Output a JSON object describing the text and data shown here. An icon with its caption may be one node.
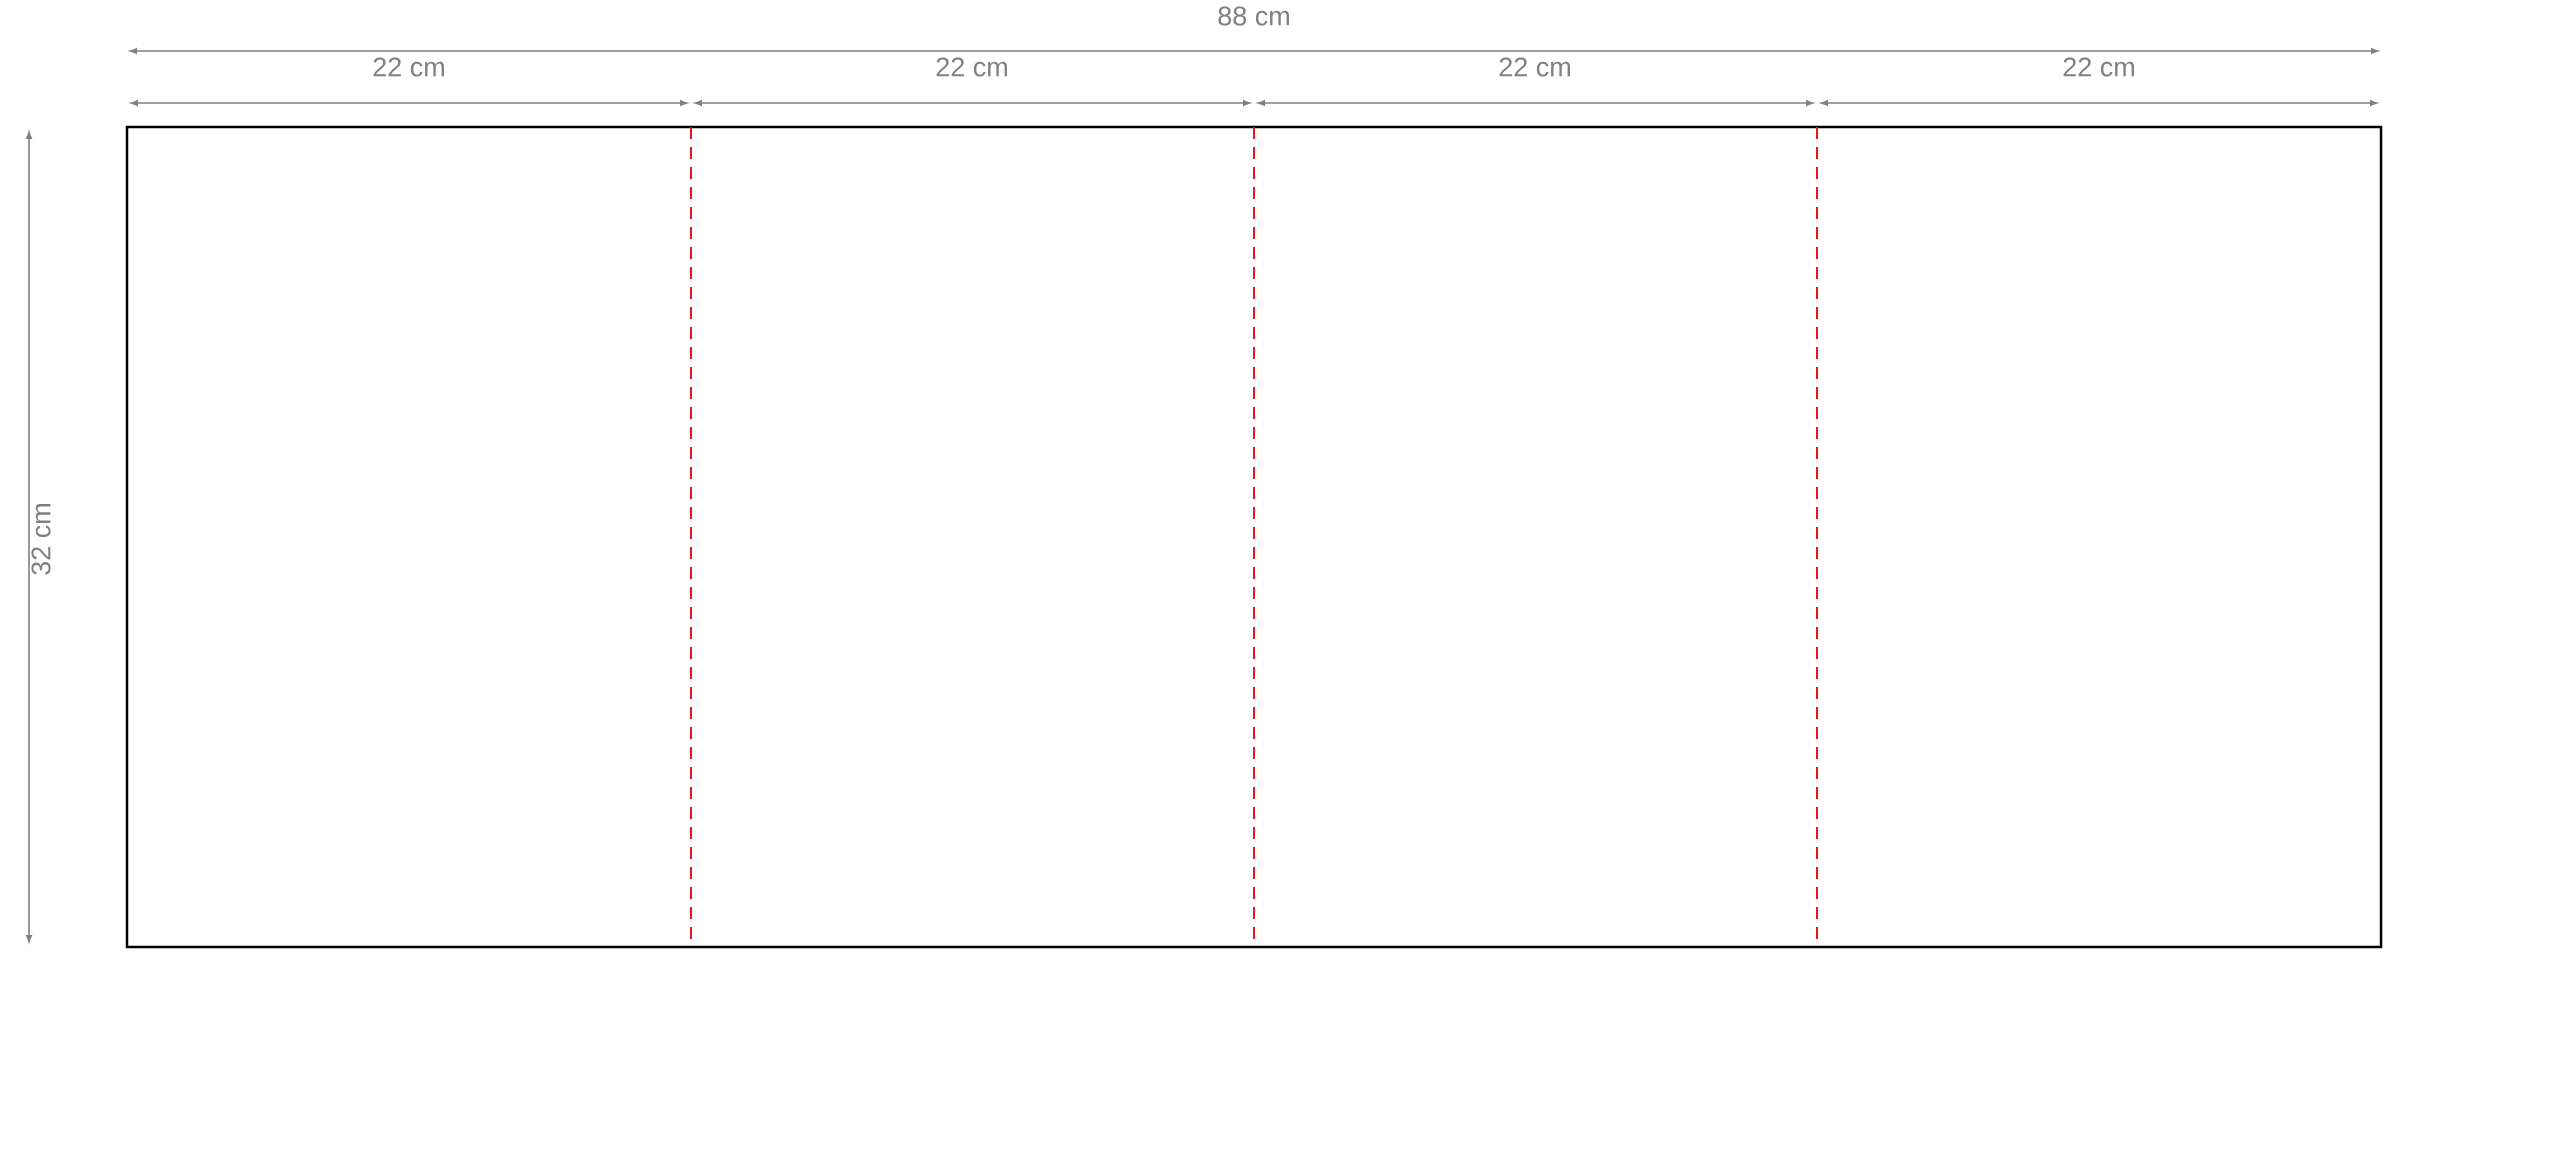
{
  "diagram": {
    "labels": [
      "88 cm",
      "22 cm",
      "22 cm",
      "22 cm",
      "22 cm",
      "32 cm"
    ]
  }
}
